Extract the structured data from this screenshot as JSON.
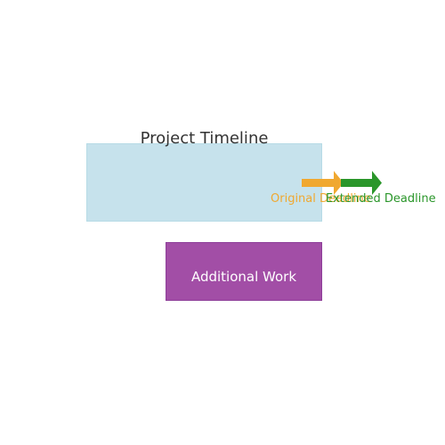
{
  "diagram": {
    "title": "Project Timeline",
    "additional_work_label": "Additional Work",
    "original_deadline_label": "Original Deadline",
    "extended_deadline_label": "Extended Deadline"
  },
  "colors": {
    "timeline_fill": "#c6e2ec",
    "additional_work_fill": "#a24ea6",
    "original_deadline": "#f0a830",
    "extended_deadline": "#2a962a"
  },
  "icons": [
    "arrow-right-icon",
    "arrow-right-icon"
  ]
}
